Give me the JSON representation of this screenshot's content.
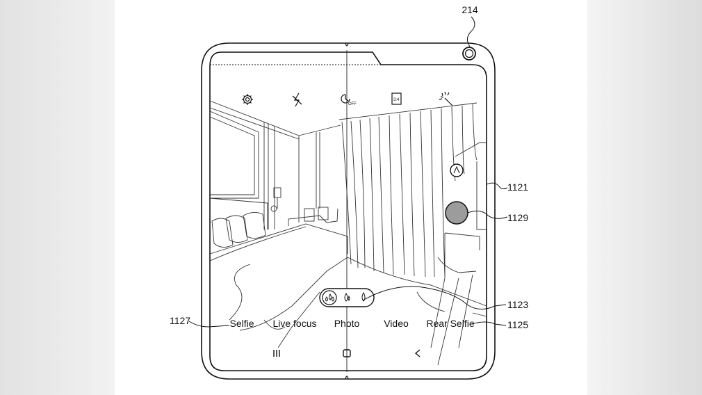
{
  "refs": {
    "camera": "214",
    "screen": "1121",
    "shutter": "1129",
    "toggle": "1123",
    "mode_bar": "1125",
    "selfie_ref": "1127"
  },
  "modes": [
    "Selfie",
    "Live focus",
    "Photo",
    "Video",
    "Rear Selfie"
  ],
  "toolbar": {
    "icons": [
      "gear-icon",
      "flash-off-icon",
      "timer-off-icon",
      "aspect-ratio-icon",
      "filter-wand-icon"
    ],
    "timer_label": "OFF",
    "ratio_label": "3:4"
  },
  "navbar": {
    "icons": [
      "recent-apps-icon",
      "home-icon",
      "back-icon"
    ]
  },
  "focus_toggle": {
    "icons": [
      "drops-icon",
      "drop-medium-icon",
      "drop-small-icon"
    ]
  }
}
